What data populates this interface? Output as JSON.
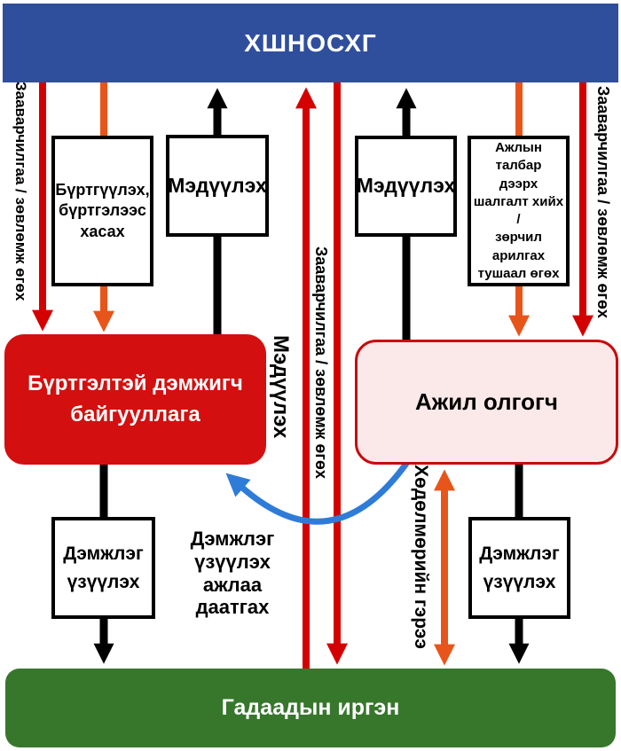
{
  "entities": {
    "regulator": "ХШНОСХГ",
    "support_org": "Бүртгэлтэй дэмжигч\nбайгууллага",
    "employer": "Ажил олгогч",
    "foreign_citizen": "Гадаадын иргэн"
  },
  "process_boxes": {
    "register": "Бүртгүүлэх,\nбүртгэлээс\nхасах",
    "declare_left": "Мэдүүлэх",
    "declare_right": "Мэдүүлэх",
    "site_inspection": "Ажлын\nталбар\nдээрх\nшалгалт хийх /\nзөрчил\nарилгах\nтушаал өгөх",
    "support_left": "Дэмжлэг\nүзүүлэх",
    "support_right": "Дэмжлэг\nүзүүлэх"
  },
  "flow_labels": {
    "guidance_left": "Зааварчилгаа / зөвлөмж өгөх",
    "guidance_middle": "Зааварчилгаа / зөвлөмж өгөх",
    "guidance_right": "Зааварчилгаа / зөвлөмж өгөх",
    "declare_middle": "Мэдүүлэх",
    "labor_contract": "Хөдөлмөрийн гэрээ",
    "entrust_support": "Дэмжлэг\nүзүүлэх\nажлаа\nдаатгах"
  },
  "colors": {
    "header_blue": "#2F4F9D",
    "footer_green": "#37772C",
    "box_red": "#D40F0F",
    "pink_fill": "#FBE9E9",
    "pink_border": "#C80A0A",
    "arrow_red": "#D40000",
    "arrow_orange": "#E8551B",
    "arrow_black": "#000000",
    "curve_blue": "#2E7CD7"
  }
}
